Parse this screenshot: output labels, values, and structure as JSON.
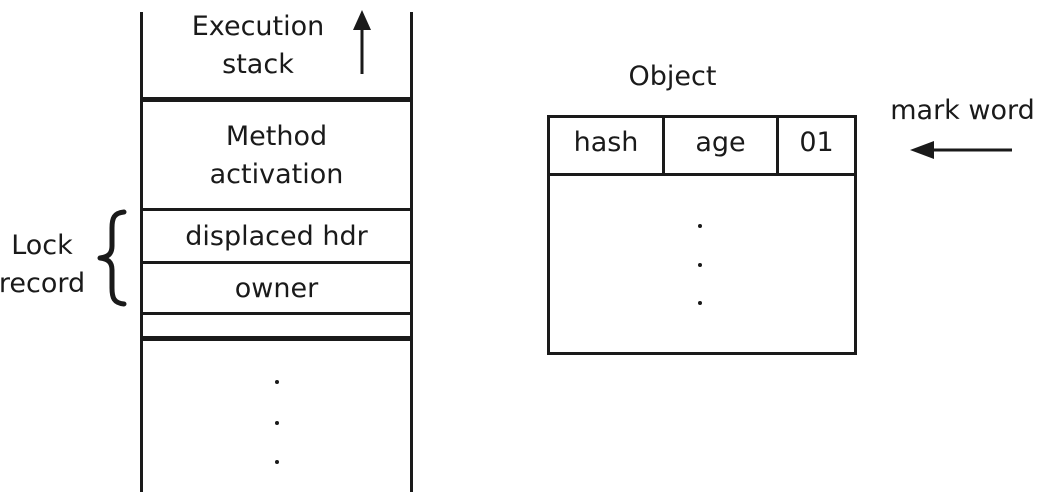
{
  "stack": {
    "execution_stack": "Execution\nstack",
    "method_activation": "Method\nactivation",
    "displaced_hdr": "displaced hdr",
    "owner": "owner",
    "lock_record": "Lock\nrecord"
  },
  "object": {
    "title": "Object",
    "mark_word": "mark word",
    "fields": [
      "hash",
      "age",
      "01"
    ]
  }
}
